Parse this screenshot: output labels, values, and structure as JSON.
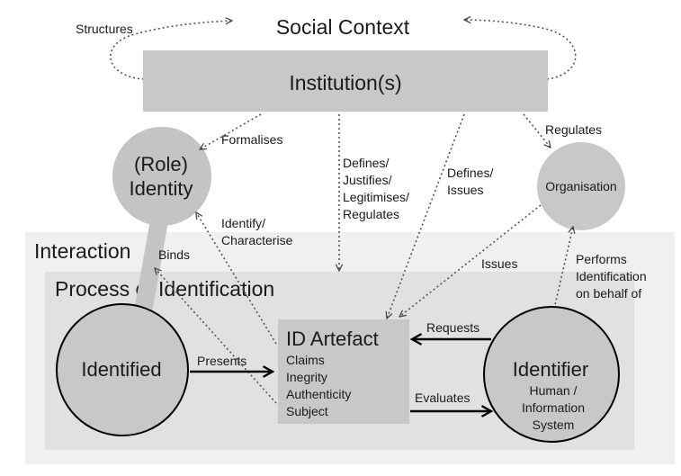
{
  "title": "Social Context",
  "institution": "Institution(s)",
  "role_identity": [
    "(Role)",
    "Identity"
  ],
  "organisation": "Organisation",
  "interaction": "Interaction",
  "process": "Process of Identification",
  "identified": "Identified",
  "id_artefact": {
    "title": "ID Artefact",
    "items": [
      "Claims",
      "Inegrity",
      "Authenticity",
      "Subject"
    ]
  },
  "identifier": {
    "title": "Identifier",
    "subtitle": [
      "Human /",
      "Information",
      "System"
    ]
  },
  "labels": {
    "structures": "Structures",
    "formalises": "Formalises",
    "defines_justifies": [
      "Defines/",
      "Justifies/",
      "Legitimises/",
      "Regulates"
    ],
    "defines_issues": [
      "Defines/",
      "Issues"
    ],
    "regulates": "Regulates",
    "identify_characterise": [
      "Identify/",
      "Characterise"
    ],
    "binds": "Binds",
    "issues": "Issues",
    "performs": [
      "Performs",
      "Identification",
      "on behalf of"
    ],
    "requests": "Requests",
    "presents": "Presents",
    "evaluates": "Evaluates"
  },
  "colors": {
    "interaction_bg": "#f0f0f0",
    "process_bg": "#e1e1e1",
    "node_fill": "#c8c8c8",
    "role_fill": "#c4c4c4",
    "stroke": "#000000",
    "dotted": "#555555"
  }
}
